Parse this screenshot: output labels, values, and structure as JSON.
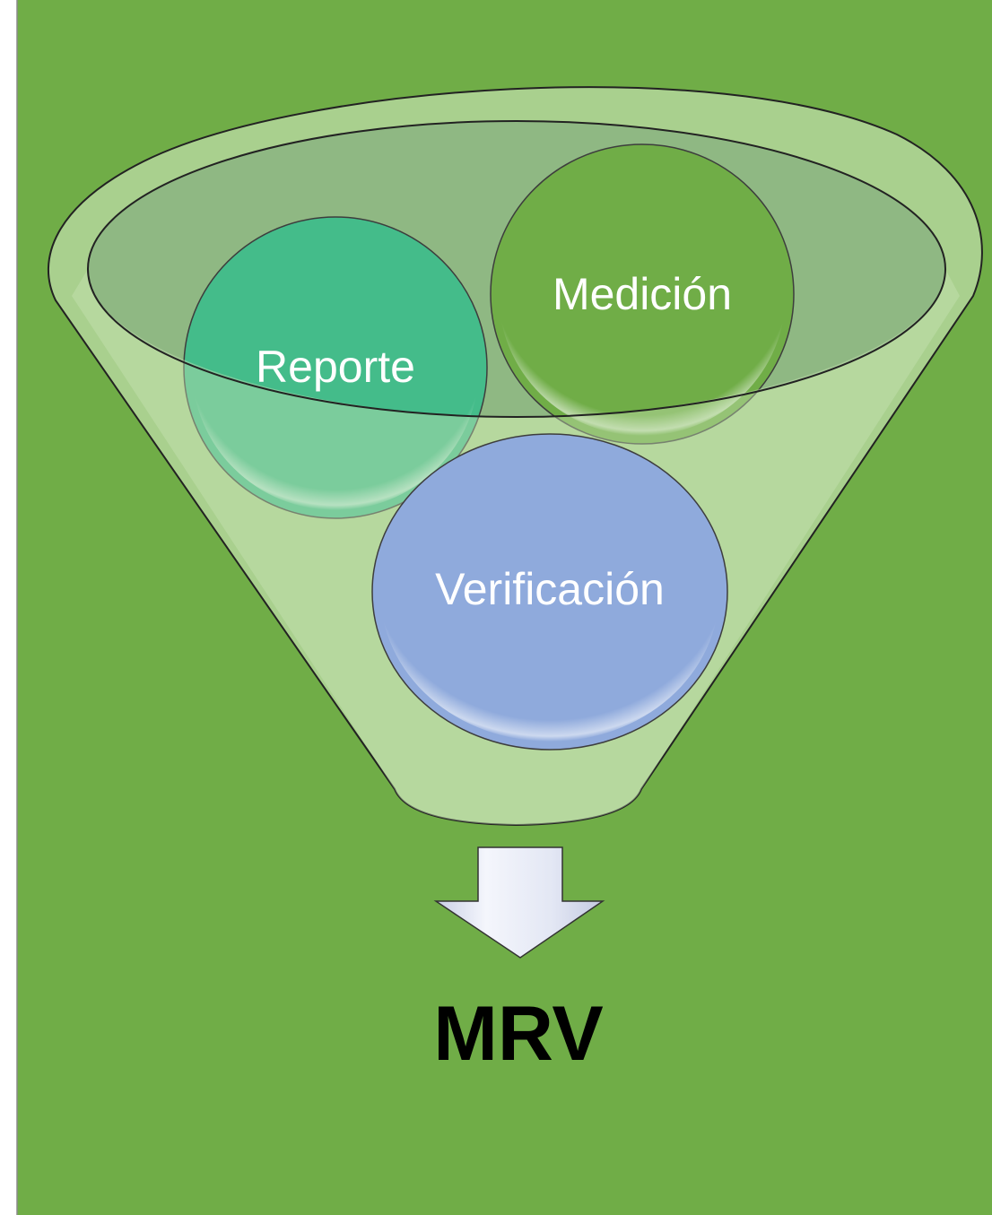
{
  "diagram": {
    "bubbles": [
      {
        "id": "medicion",
        "label": "Medición",
        "color": "#70AD47"
      },
      {
        "id": "reporte",
        "label": "Reporte",
        "color": "#44BC8A"
      },
      {
        "id": "verificacion",
        "label": "Verificación",
        "color": "#8FAADC"
      }
    ],
    "result": {
      "label": "MRV"
    },
    "colors": {
      "background": "#70AD47",
      "funnel": "#A9D08E",
      "funnel_mouth": "#8FB883",
      "arrow": "#DADFF0"
    },
    "icons": {
      "arrow": "down-arrow-icon",
      "funnel": "funnel-shape"
    }
  }
}
